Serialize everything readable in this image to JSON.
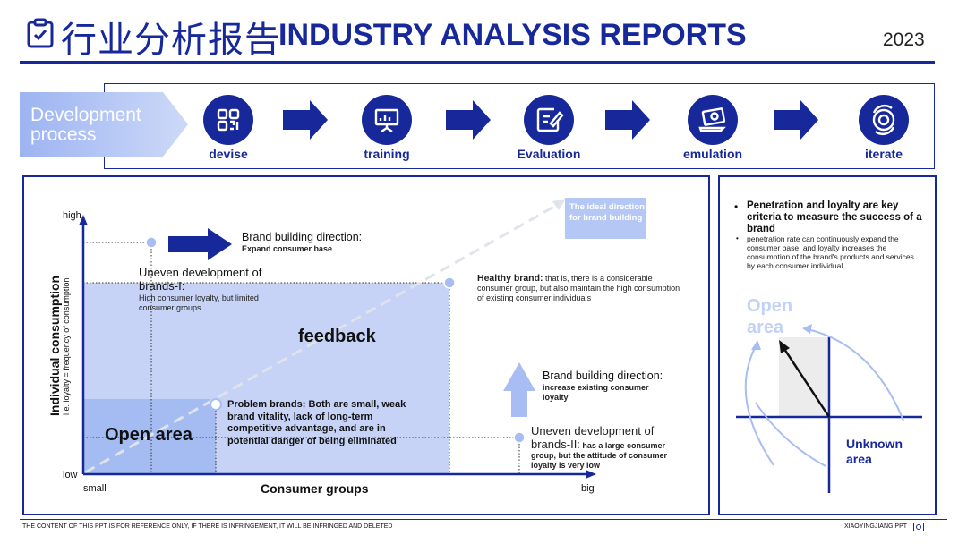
{
  "header": {
    "title_cn": "行业分析报告",
    "title_en": "INDUSTRY ANALYSIS REPORTS",
    "year": "2023",
    "icon": "clipboard-check-icon"
  },
  "process": {
    "label": "Development process",
    "label_line1": "Development",
    "label_line2": "process",
    "steps": [
      {
        "label": "devise",
        "icon": "qr-grid-icon"
      },
      {
        "label": "training",
        "icon": "presentation-icon"
      },
      {
        "label": "Evaluation",
        "icon": "edit-document-icon"
      },
      {
        "label": "emulation",
        "icon": "laptop-settings-icon"
      },
      {
        "label": "iterate",
        "icon": "target-cycle-icon"
      }
    ]
  },
  "chart": {
    "y_axis_label": "Individual consumption",
    "y_axis_sublabel": "i.e. loyalty = frequency of consumption",
    "y_high": "high",
    "y_low": "low",
    "x_axis_label": "Consumer groups",
    "x_small": "small",
    "x_big": "big",
    "feedback": "feedback",
    "open_area": "Open area",
    "ideal_direction": "The ideal direction for brand building",
    "brand_dir_1_title": "Brand building direction:",
    "brand_dir_1_sub": "Expand consumer base",
    "uneven_1_title": "Uneven development of brands-I:",
    "uneven_1_sub": "High consumer loyalty, but limited consumer groups",
    "healthy_title": "Healthy brand:",
    "healthy_sub": " that is, there is a considerable consumer group, but also maintain the high consumption of existing consumer individuals",
    "problem_brands": "Problem brands: Both are small, weak brand vitality, lack of long-term competitive advantage, and are in potential danger of being eliminated",
    "brand_dir_2_title": "Brand building direction:",
    "brand_dir_2_sub": "increase existing consumer loyalty",
    "uneven_2_title": "Uneven development of brands-II:",
    "uneven_2_sub": " has a large consumer group, but the attitude of consumer loyalty is very low"
  },
  "side": {
    "bullet_title": "Penetration and loyalty are key criteria to measure the success of a brand",
    "bullet_sub": "penetration rate can continuously expand the consumer base, and loyalty increases the consumption of the brand's products and services by each consumer individual",
    "open_area": "Open area",
    "unknown_area": "Unknown area"
  },
  "footer": {
    "left": "THE CONTENT OF THIS PPT IS FOR REFERENCE ONLY, IF THERE IS INFRINGEMENT, IT WILL BE INFRINGED AND DELETED",
    "right": "XIAOYINGJIANG PPT"
  },
  "colors": {
    "brand_blue": "#17299a",
    "light_blue": "#a9bff7",
    "pale_blue": "#c9d6f7"
  }
}
